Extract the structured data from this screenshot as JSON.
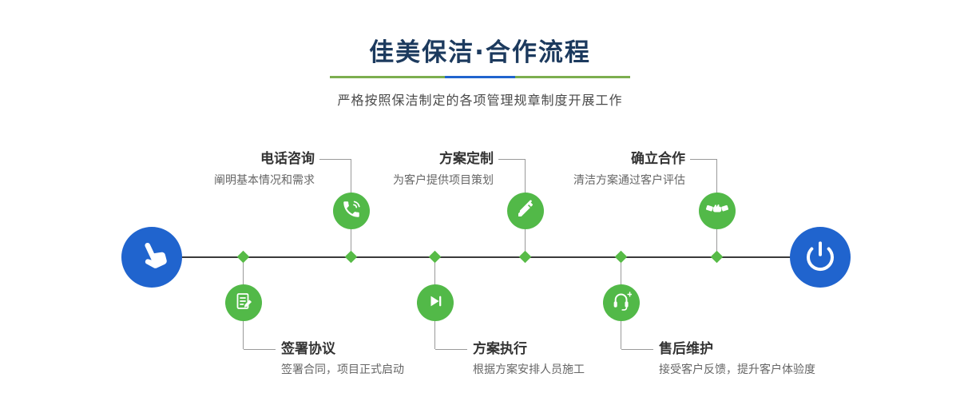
{
  "header": {
    "title": "佳美保洁·合作流程",
    "subtitle": "严格按照保洁制定的各项管理规章制度开展工作"
  },
  "endpoints": {
    "start_icon": "hand-pointer-icon",
    "end_icon": "power-icon"
  },
  "steps": [
    {
      "title": "电话咨询",
      "desc": "阐明基本情况和需求",
      "icon": "phone-icon",
      "position": "top"
    },
    {
      "title": "签署协议",
      "desc": "签署合同，项目正式启动",
      "icon": "document-sign-icon",
      "position": "bottom"
    },
    {
      "title": "方案定制",
      "desc": "为客户提供项目策划",
      "icon": "design-icon",
      "position": "top"
    },
    {
      "title": "方案执行",
      "desc": "根据方案安排人员施工",
      "icon": "execute-icon",
      "position": "bottom"
    },
    {
      "title": "确立合作",
      "desc": "清洁方案通过客户评估",
      "icon": "handshake-icon",
      "position": "top"
    },
    {
      "title": "售后维护",
      "desc": "接受客户反馈，提升客户体验度",
      "icon": "headset-icon",
      "position": "bottom"
    }
  ],
  "colors": {
    "title": "#1c3a5e",
    "accent_green": "#52b948",
    "accent_blue": "#2064ce",
    "underline_green": "#7cae4f",
    "timeline": "#3a3a3a",
    "connector": "#9a9a9a"
  }
}
